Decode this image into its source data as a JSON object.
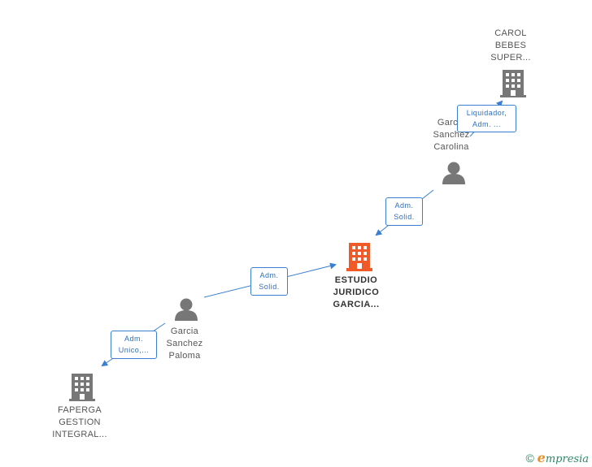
{
  "nodes": {
    "carol_bebes": {
      "lines": [
        "CAROL",
        "BEBES",
        "SUPER..."
      ]
    },
    "garcia_carolina": {
      "lines": [
        "Garcia",
        "Sanchez",
        "Carolina"
      ]
    },
    "estudio_juridico": {
      "lines": [
        "ESTUDIO",
        "JURIDICO",
        "GARCIA..."
      ]
    },
    "garcia_paloma": {
      "lines": [
        "Garcia",
        "Sanchez",
        "Paloma"
      ]
    },
    "faperga": {
      "lines": [
        "FAPERGA",
        "GESTION",
        "INTEGRAL..."
      ]
    }
  },
  "edges": {
    "liquidador": {
      "lines": [
        "Liquidador,",
        "Adm. ..."
      ]
    },
    "adm_solid_upper": {
      "lines": [
        "Adm.",
        "Solid."
      ]
    },
    "adm_solid_lower": {
      "lines": [
        "Adm.",
        "Solid."
      ]
    },
    "adm_unico": {
      "lines": [
        "Adm.",
        "Unico,..."
      ]
    }
  },
  "colors": {
    "company": "#777777",
    "company_main": "#f05a28",
    "person": "#777777",
    "edge": "#3a7fd0"
  },
  "footer": {
    "copyright": "©",
    "brand_e": "e",
    "brand_rest": "mpresia"
  }
}
